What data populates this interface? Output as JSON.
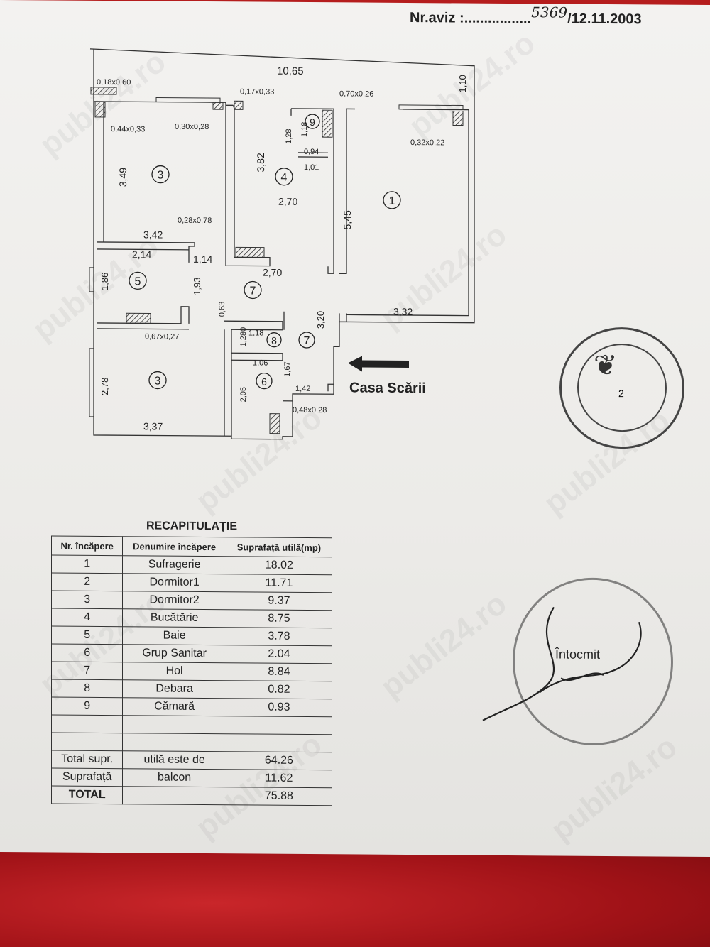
{
  "header": {
    "label": "Nr.aviz :",
    "number": "5369",
    "dots": ".................",
    "date": "/12.11.2003"
  },
  "plan": {
    "dimensions": {
      "top_width": "10,65",
      "right_top": "1,10",
      "d1": "0,18x0,60",
      "d2": "0,17x0,33",
      "d3": "0,70x0,26",
      "d4": "0,44x0,33",
      "d5": "0,30x0,28",
      "d6": "0,32x0,22",
      "r3a_h": "3,49",
      "r4_h": "3,82",
      "r9_h1": "1,28",
      "r9_h2": "1,18",
      "r9_w1": "0,94",
      "r9_w2": "1,01",
      "r4_w": "2,70",
      "r1_h": "5,45",
      "d7": "0,28x0,78",
      "r3a_w": "3,42",
      "r5_w": "2,14",
      "r5_w2": "1,14",
      "hall_w": "2,70",
      "r5_h": "1,86",
      "r5_h2": "1,93",
      "d8": "0,63",
      "r1_w2": "3,20",
      "r1_w": "3,32",
      "d9": "0,67x0,27",
      "r8_h": "1,280",
      "r8_w": "1,18",
      "r6_w": "1,06",
      "r6_h2": "1,67",
      "r3b_h": "2,78",
      "r6_h": "2,05",
      "r6_w2": "1,42",
      "d10": "0,48x0,28",
      "r3b_w": "3,37"
    },
    "rooms": {
      "r1": "1",
      "r3a": "3",
      "r4": "4",
      "r9": "9",
      "r5": "5",
      "r7a": "7",
      "r7b": "7",
      "r8": "8",
      "r3b": "3",
      "r6": "6"
    },
    "stair_label": "Casa Scării"
  },
  "recap": {
    "title": "RECAPITULAȚIE",
    "headers": [
      "Nr. încăpere",
      "Denumire încăpere",
      "Suprafață utilă(mp)"
    ],
    "rows": [
      [
        "1",
        "Sufragerie",
        "18.02"
      ],
      [
        "2",
        "Dormitor1",
        "11.71"
      ],
      [
        "3",
        "Dormitor2",
        "9.37"
      ],
      [
        "4",
        "Bucătărie",
        "8.75"
      ],
      [
        "5",
        "Baie",
        "3.78"
      ],
      [
        "6",
        "Grup Sanitar",
        "2.04"
      ],
      [
        "7",
        "Hol",
        "8.84"
      ],
      [
        "8",
        "Debara",
        "0.82"
      ],
      [
        "9",
        "Cămară",
        "0.93"
      ]
    ],
    "total_util": {
      "a": "Total supr.",
      "b": "utilă este de",
      "c": "64.26"
    },
    "balcon": {
      "a": "Suprafață",
      "b": "balcon",
      "c": "11.62"
    },
    "total": {
      "a": "TOTAL",
      "b": "",
      "c": "75.88"
    }
  },
  "stamp": {
    "number": "2"
  },
  "signature": {
    "label": "Întocmit"
  },
  "watermark": "publi24.ro"
}
